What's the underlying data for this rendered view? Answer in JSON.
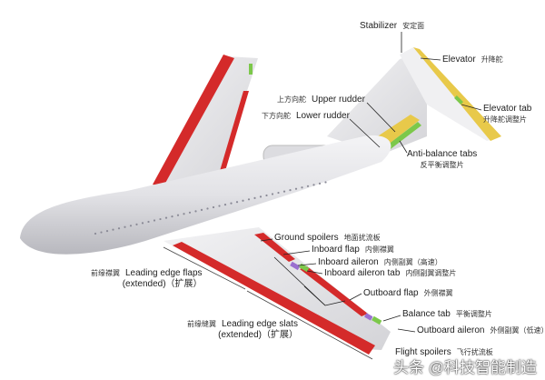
{
  "colors": {
    "control_surface": "#d42a2a",
    "elevator": "#e8c94a",
    "tab": "#7cc84a",
    "aileron": "#9a6fd0"
  },
  "labels": {
    "stabilizer": {
      "en": "Stabilizer",
      "zh": "安定面"
    },
    "elevator": {
      "en": "Elevator",
      "zh": "升降舵"
    },
    "elevator_tab": {
      "en": "Elevator tab",
      "zh": "升降舵调整片"
    },
    "upper_rudder": {
      "en": "Upper rudder",
      "zh": "上方向舵"
    },
    "lower_rudder": {
      "en": "Lower rudder",
      "zh": "下方向舵"
    },
    "anti_balance_tabs": {
      "en": "Anti-balance tabs",
      "zh": "反平衡调整片"
    },
    "ground_spoilers": {
      "en": "Ground spoilers",
      "zh": "地面扰流板"
    },
    "inboard_flap": {
      "en": "Inboard flap",
      "zh": "内侧襟翼"
    },
    "inboard_aileron": {
      "en": "Inboard aileron",
      "zh": "内侧副翼（高速）"
    },
    "inboard_aileron_tab": {
      "en": "Inboard aileron tab",
      "zh": "内侧副翼调整片"
    },
    "outboard_flap": {
      "en": "Outboard flap",
      "zh": "外侧襟翼"
    },
    "balance_tab": {
      "en": "Balance tab",
      "zh": "平衡调整片"
    },
    "outboard_aileron": {
      "en": "Outboard aileron",
      "zh": "外侧副翼（低速）"
    },
    "flight_spoilers": {
      "en": "Flight spoilers",
      "zh": "飞行扰流板"
    },
    "leading_edge_flaps": {
      "zh": "前缘襟翼",
      "en": "Leading edge flaps",
      "sub": "(extended)（扩展）"
    },
    "leading_edge_slats": {
      "zh": "前缘缝翼",
      "en": "Leading edge slats",
      "sub": "(extended)（扩展）"
    }
  },
  "watermark": "头条 @科技智能制造"
}
